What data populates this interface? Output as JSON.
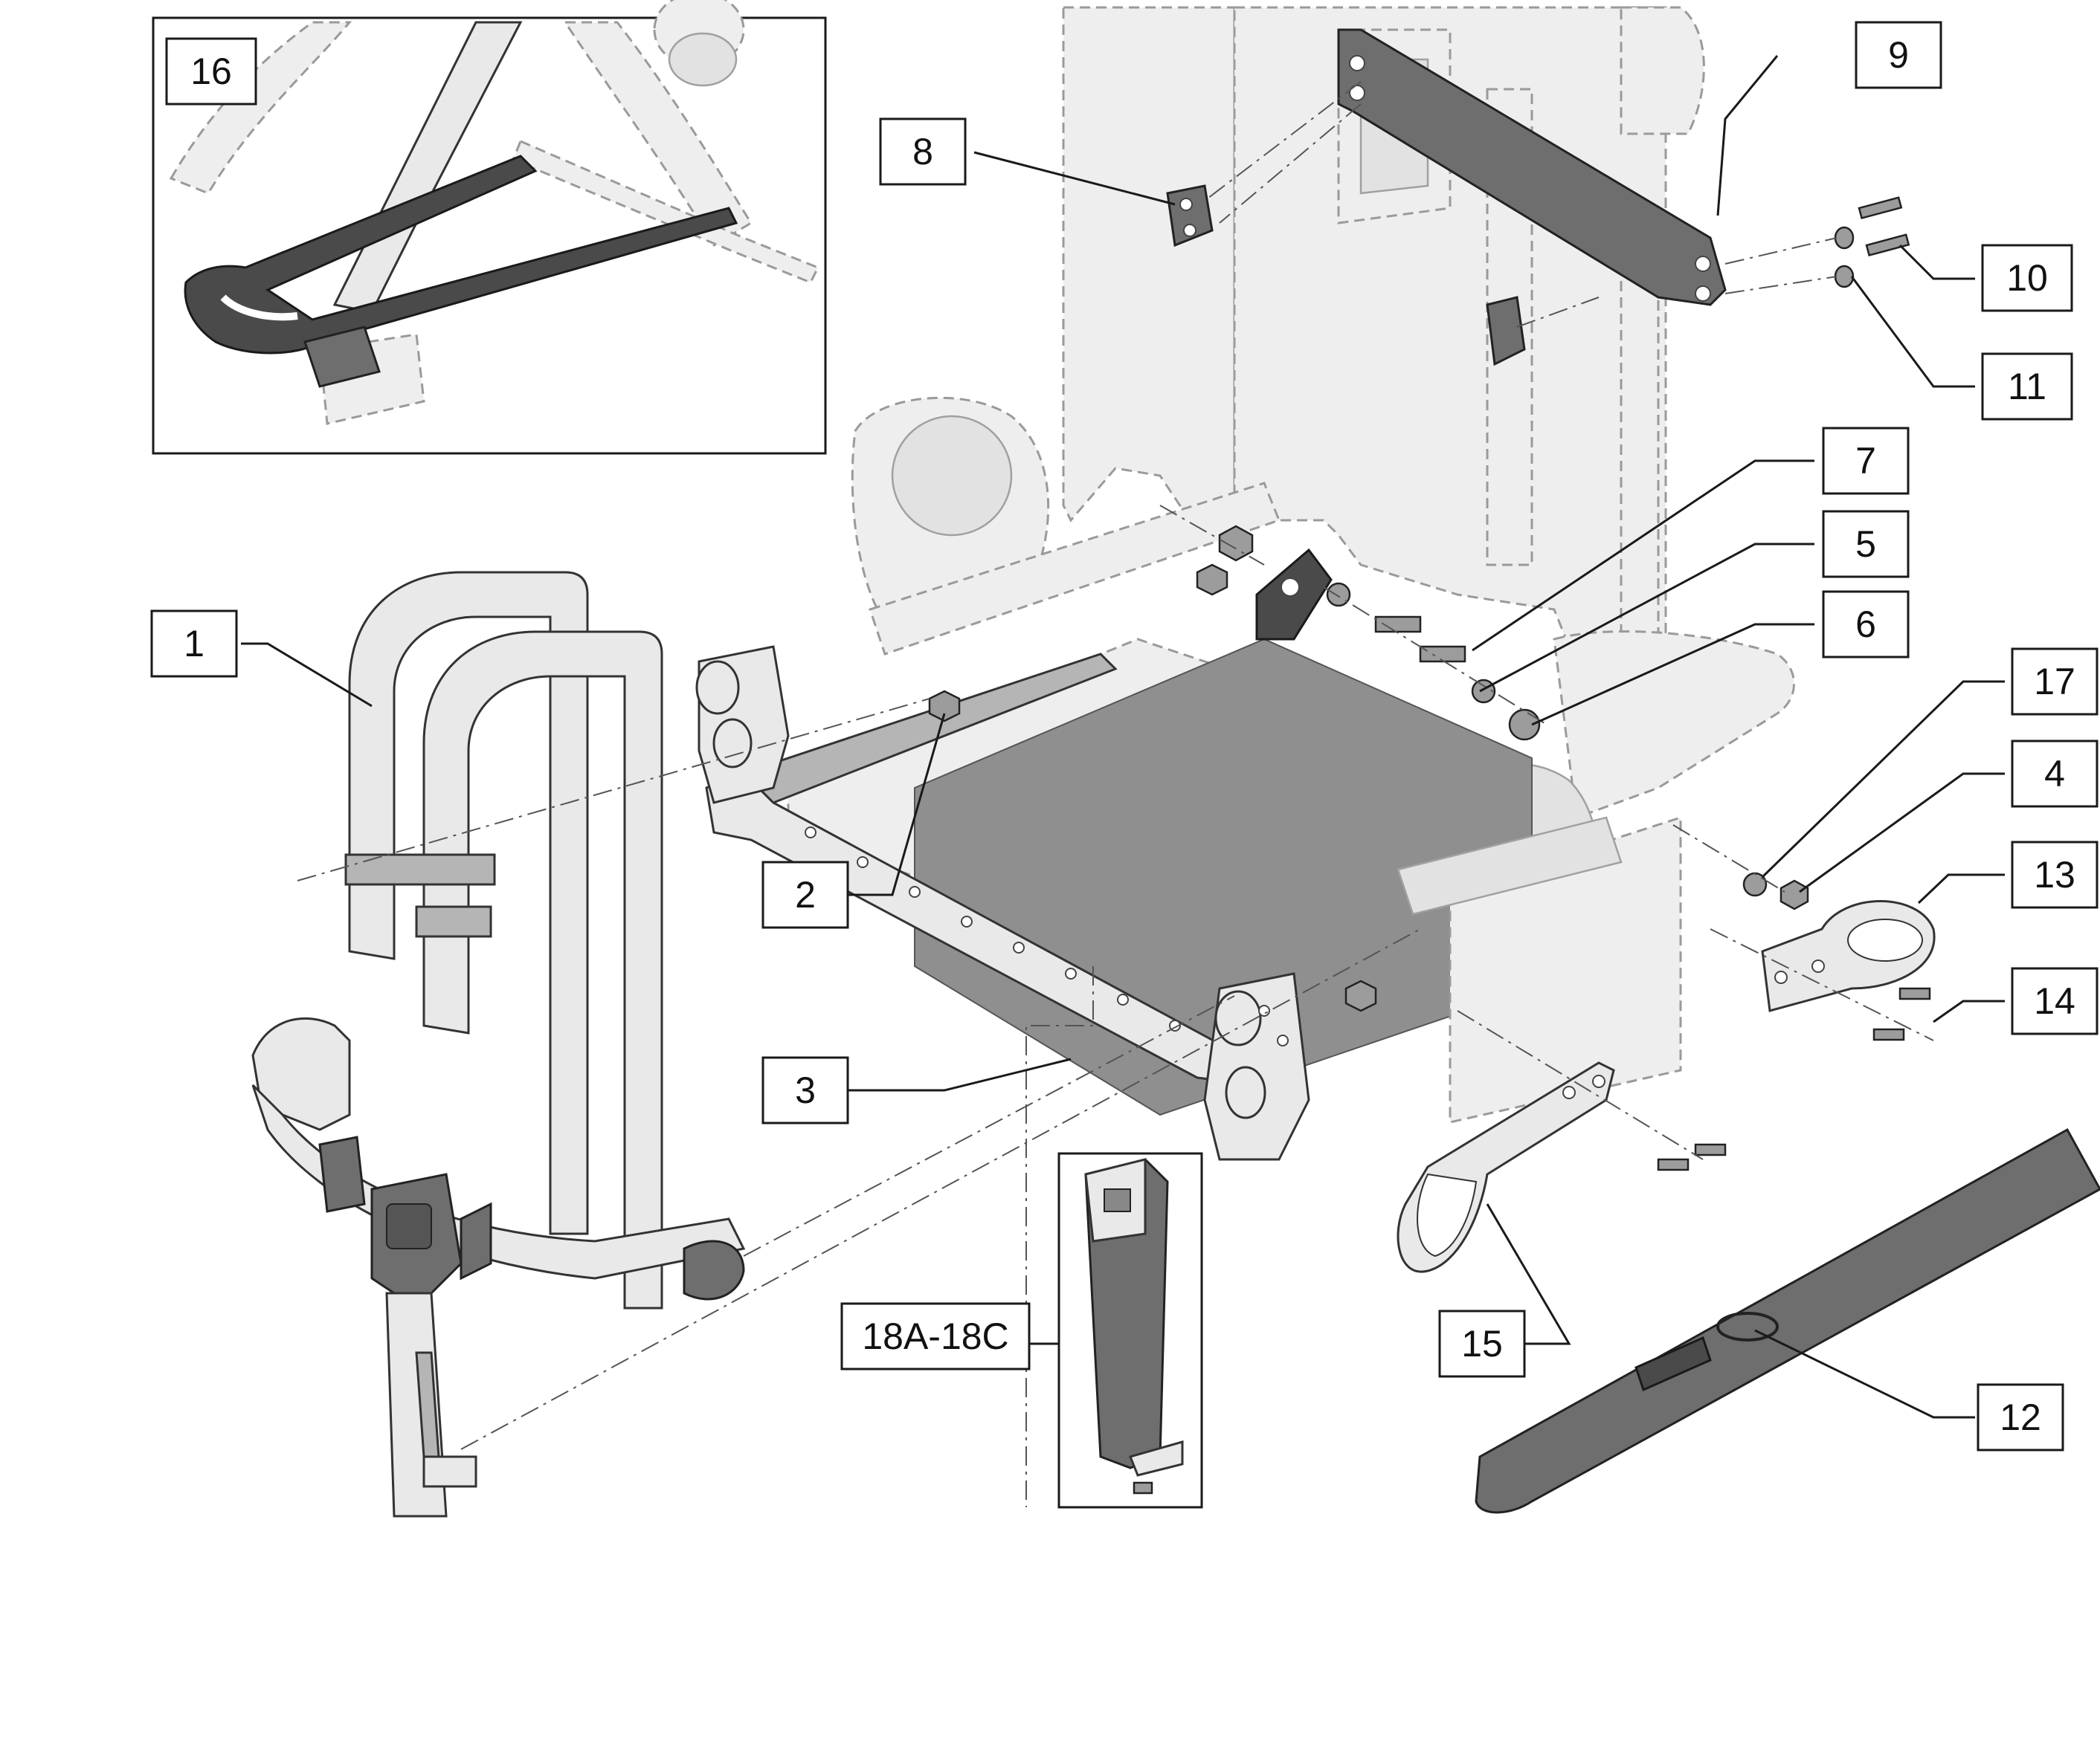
{
  "diagram": {
    "callouts": [
      {
        "id": "c16",
        "label": "16"
      },
      {
        "id": "c8",
        "label": "8"
      },
      {
        "id": "c9",
        "label": "9"
      },
      {
        "id": "c10",
        "label": "10"
      },
      {
        "id": "c11",
        "label": "11"
      },
      {
        "id": "c7",
        "label": "7"
      },
      {
        "id": "c5",
        "label": "5"
      },
      {
        "id": "c6",
        "label": "6"
      },
      {
        "id": "c1",
        "label": "1"
      },
      {
        "id": "c17",
        "label": "17"
      },
      {
        "id": "c4",
        "label": "4"
      },
      {
        "id": "c13",
        "label": "13"
      },
      {
        "id": "c2",
        "label": "2"
      },
      {
        "id": "c14",
        "label": "14"
      },
      {
        "id": "c3",
        "label": "3"
      },
      {
        "id": "c15",
        "label": "15"
      },
      {
        "id": "c18",
        "label": "18A-18C"
      },
      {
        "id": "c12",
        "label": "12"
      }
    ]
  }
}
